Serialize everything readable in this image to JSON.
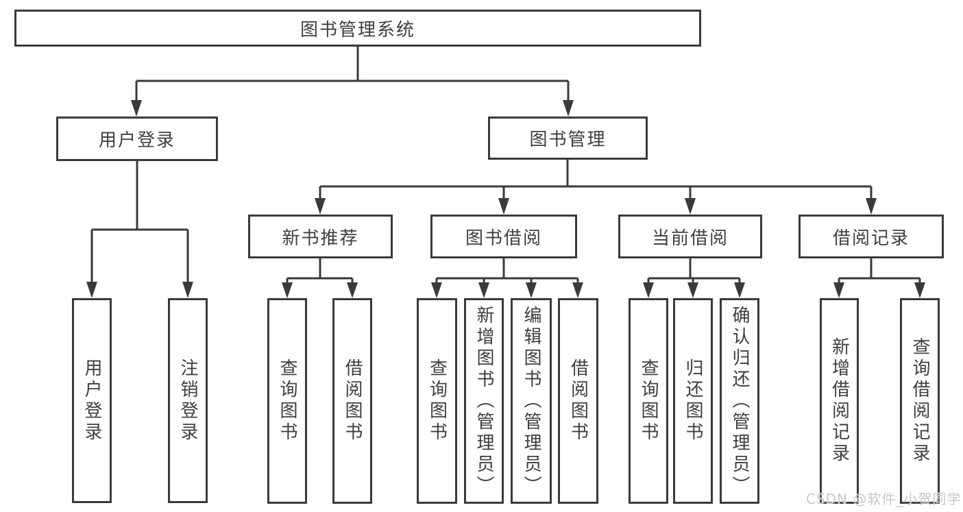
{
  "root_label": "图书管理系统",
  "level2": {
    "user_login": "用户登录",
    "book_management": "图书管理"
  },
  "level3": {
    "new_book_recommend": "新书推荐",
    "book_borrowing": "图书借阅",
    "current_borrowing": "当前借阅",
    "borrowing_records": "借阅记录"
  },
  "level4": {
    "user_login_children": [
      "用户登录",
      "注销登录"
    ],
    "new_book_children": [
      "查询图书",
      "借阅图书"
    ],
    "book_borrowing_children": [
      "查询图书",
      "新增图书（管理员）",
      "编辑图书（管理员）",
      "借阅图书"
    ],
    "current_borrowing_children": [
      "查询图书",
      "归还图书",
      "确认归还（管理员）"
    ],
    "borrowing_records_children": [
      "新增借阅记录",
      "查询借阅记录"
    ]
  },
  "watermark": "CSDN @软件_小贺同学",
  "colors": {
    "line": "#3a3a3a",
    "text": "#3e3e3e",
    "background": "#ffffff",
    "watermark_text": "#c7c7c7"
  }
}
